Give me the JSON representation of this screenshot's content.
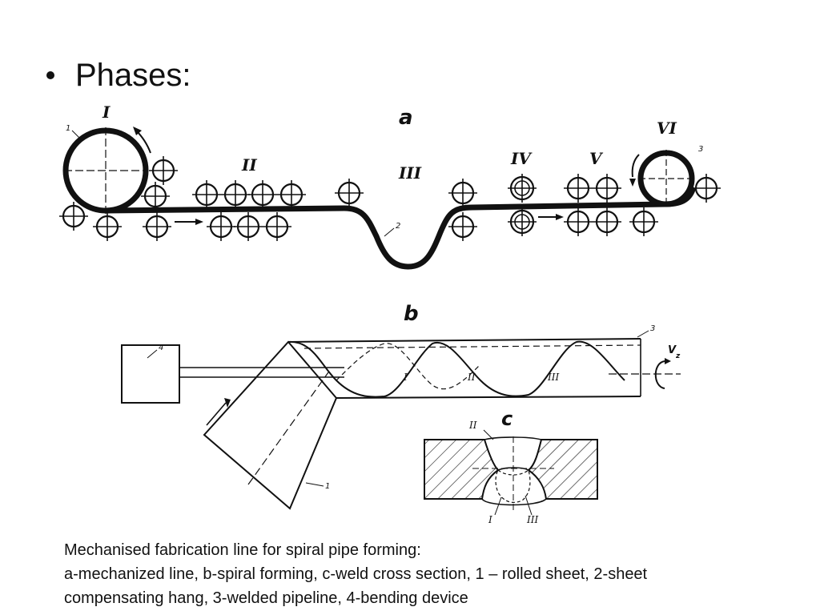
{
  "bullet": {
    "text": "Phases:"
  },
  "figure": {
    "panel_labels": {
      "a": "a",
      "b": "b",
      "c": "c"
    },
    "stage_labels": [
      "I",
      "II",
      "III",
      "IV",
      "V",
      "VI"
    ],
    "part_numbers": {
      "n1": "1",
      "n2": "2",
      "n3": "3",
      "n4": "4"
    },
    "weld_labels": {
      "I": "I",
      "II": "II",
      "III": "III"
    },
    "velocity_label": "V",
    "velocity_sub": "z"
  },
  "caption": {
    "line1": "Mechanised fabrication line for spiral pipe forming:",
    "line2": "a-mechanized line, b-spiral forming, c-weld cross section, 1 – rolled sheet, 2-sheet",
    "line3": "compensating hang, 3-welded pipeline, 4-bending device"
  }
}
